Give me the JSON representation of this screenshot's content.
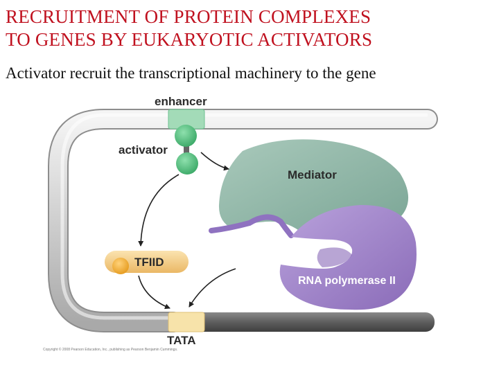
{
  "title": {
    "line1": "RECRUITMENT OF PROTEIN COMPLEXES",
    "line2": "TO GENES BY EUKARYOTIC ACTIVATORS"
  },
  "subtitle": "Activator recruit the transcriptional machinery to the gene",
  "diagram": {
    "labels": {
      "enhancer": "enhancer",
      "activator": "activator",
      "mediator": "Mediator",
      "tfiid": "TFIID",
      "rna_polymerase": "RNA polymerase II",
      "tata": "TATA"
    },
    "copyright": "Copyright © 2008 Pearson Education, Inc., publishing as Pearson Benjamin Cummings.",
    "colors": {
      "dna": "#c9c9c9",
      "dna_dark": "#5f5f5f",
      "enhancer": "#9fd7b4",
      "activator": "#4fbf7a",
      "mediator": "#8fb5a5",
      "tfiid": "#f3c77e",
      "tfiid_ball": "#f0a92b",
      "rna_polymerase": "#9b7ec6",
      "tata": "#f7e2a8",
      "title": "#c0111f"
    }
  }
}
